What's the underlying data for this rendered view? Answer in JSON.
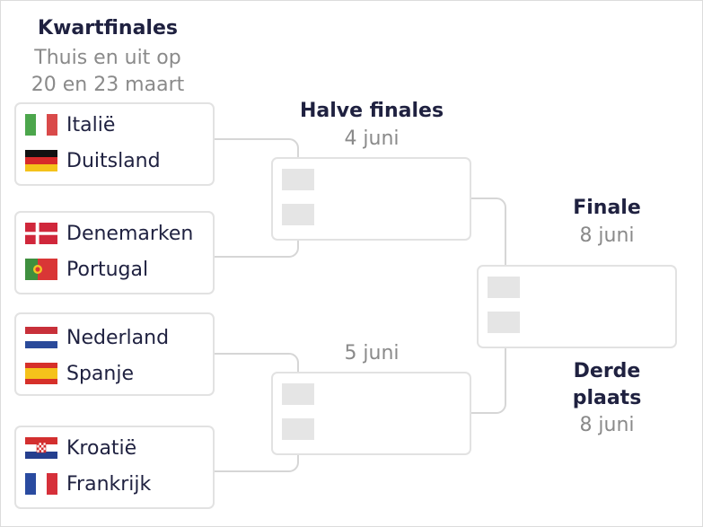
{
  "rounds": {
    "quarter": {
      "title": "Kwartfinales",
      "date_line1": "Thuis en uit op",
      "date_line2": "20 en 23 maart"
    },
    "semi": {
      "title": "Halve finales",
      "date_top": "4 juni",
      "date_bottom": "5 juni"
    },
    "final": {
      "title": "Finale",
      "date": "8 juni"
    },
    "third": {
      "title_line1": "Derde",
      "title_line2": "plaats",
      "date": "8 juni"
    }
  },
  "quarterfinals": [
    {
      "home": {
        "name": "Italië",
        "flag": "italy-flag"
      },
      "away": {
        "name": "Duitsland",
        "flag": "germany-flag"
      }
    },
    {
      "home": {
        "name": "Denemarken",
        "flag": "denmark-flag"
      },
      "away": {
        "name": "Portugal",
        "flag": "portugal-flag"
      }
    },
    {
      "home": {
        "name": "Nederland",
        "flag": "netherlands-flag"
      },
      "away": {
        "name": "Spanje",
        "flag": "spain-flag"
      }
    },
    {
      "home": {
        "name": "Kroatië",
        "flag": "croatia-flag"
      },
      "away": {
        "name": "Frankrijk",
        "flag": "france-flag"
      }
    }
  ],
  "colors": {
    "title": "#1f2140",
    "subtitle": "#8a8a8a",
    "box_border": "#e2e2e2",
    "placeholder": "#e5e5e5",
    "connector": "#d6d6d6"
  }
}
